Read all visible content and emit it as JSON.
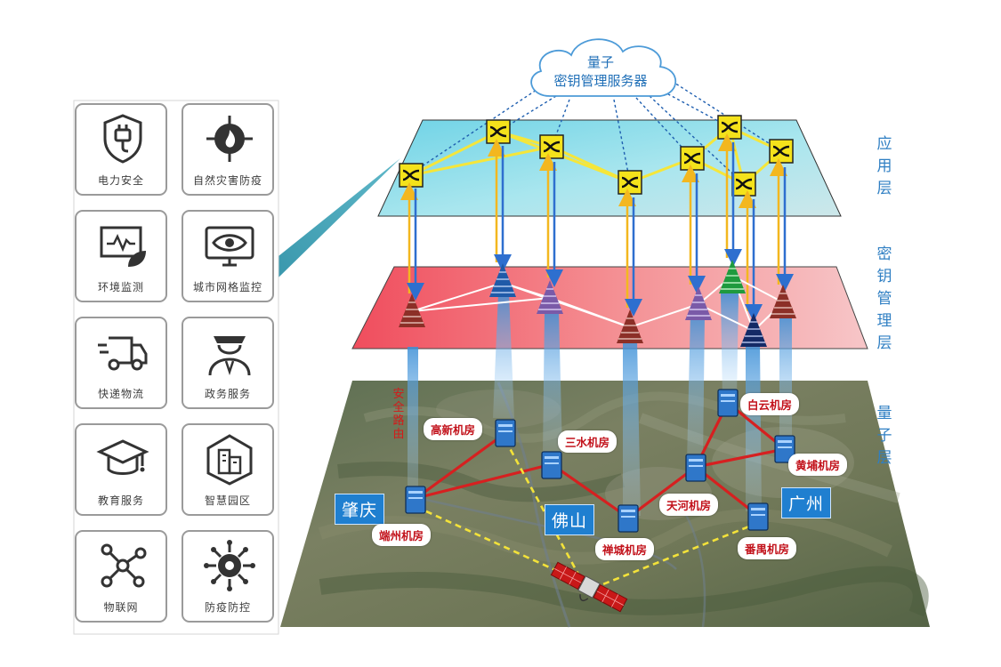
{
  "cloud": {
    "line1": "量子",
    "line2": "密钥管理服务器"
  },
  "layers": {
    "application": "应用层",
    "key_management": "密钥管理层",
    "quantum": "量子层"
  },
  "apps": [
    {
      "label": "电力安全",
      "icon": "shield-plug-icon"
    },
    {
      "label": "自然灾害防疫",
      "icon": "target-fire-icon"
    },
    {
      "label": "环境监测",
      "icon": "monitor-leaf-icon"
    },
    {
      "label": "城市网格监控",
      "icon": "eye-monitor-icon"
    },
    {
      "label": "快递物流",
      "icon": "truck-icon"
    },
    {
      "label": "政务服务",
      "icon": "officer-icon"
    },
    {
      "label": "教育服务",
      "icon": "graduation-cap-icon"
    },
    {
      "label": "智慧园区",
      "icon": "buildings-icon"
    },
    {
      "label": "物联网",
      "icon": "network-nodes-icon"
    },
    {
      "label": "防疫防控",
      "icon": "virus-icon"
    }
  ],
  "cities": {
    "zhaoqing": "肇庆",
    "foshan": "佛山",
    "guangzhou": "广州"
  },
  "rooms": {
    "gaoxin": "高新机房",
    "sanshui": "三水机房",
    "duanzhou": "端州机房",
    "chancheng": "禅城机房",
    "tianhe": "天河机房",
    "baiyun": "白云机房",
    "huangpu": "黄埔机房",
    "panyu": "番禺机房"
  },
  "map_text": "安全路由",
  "colors": {
    "app_plane": "#8fd9e6",
    "key_plane": "#f28a8e",
    "layer_label": "#2f7fc3",
    "room_text": "#c2121b",
    "city_tag": "#1f7fd0",
    "link_red": "#d62020",
    "link_yellow": "#f3e23a"
  }
}
